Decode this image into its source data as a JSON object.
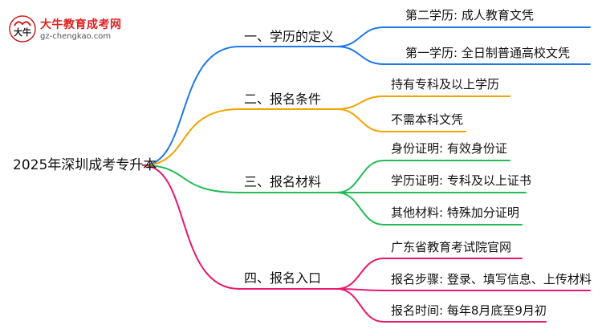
{
  "logo": {
    "title": "大牛教育成考网",
    "url": "gz-chengkao.com",
    "mark": "大牛"
  },
  "root": "2025年深圳成考专升本",
  "branches": [
    {
      "label": "一、学历的定义",
      "color": "#1f77e8",
      "leaves": [
        "第二学历: 成人教育文凭",
        "第一学历: 全日制普通高校文凭"
      ]
    },
    {
      "label": "二、报名条件",
      "color": "#f0a500",
      "leaves": [
        "持有专科及以上学历",
        "不需本科文凭"
      ]
    },
    {
      "label": "三、报名材料",
      "color": "#22bb55",
      "leaves": [
        "身份证明: 有效身份证",
        "学历证明: 专科及以上证书",
        "其他材料: 特殊加分证明"
      ]
    },
    {
      "label": "四、报名入口",
      "color": "#e8186e",
      "leaves": [
        "广东省教育考试院官网",
        "报名步骤: 登录、填写信息、上传材料",
        "报名时间: 每年8月底至9月初"
      ]
    }
  ]
}
